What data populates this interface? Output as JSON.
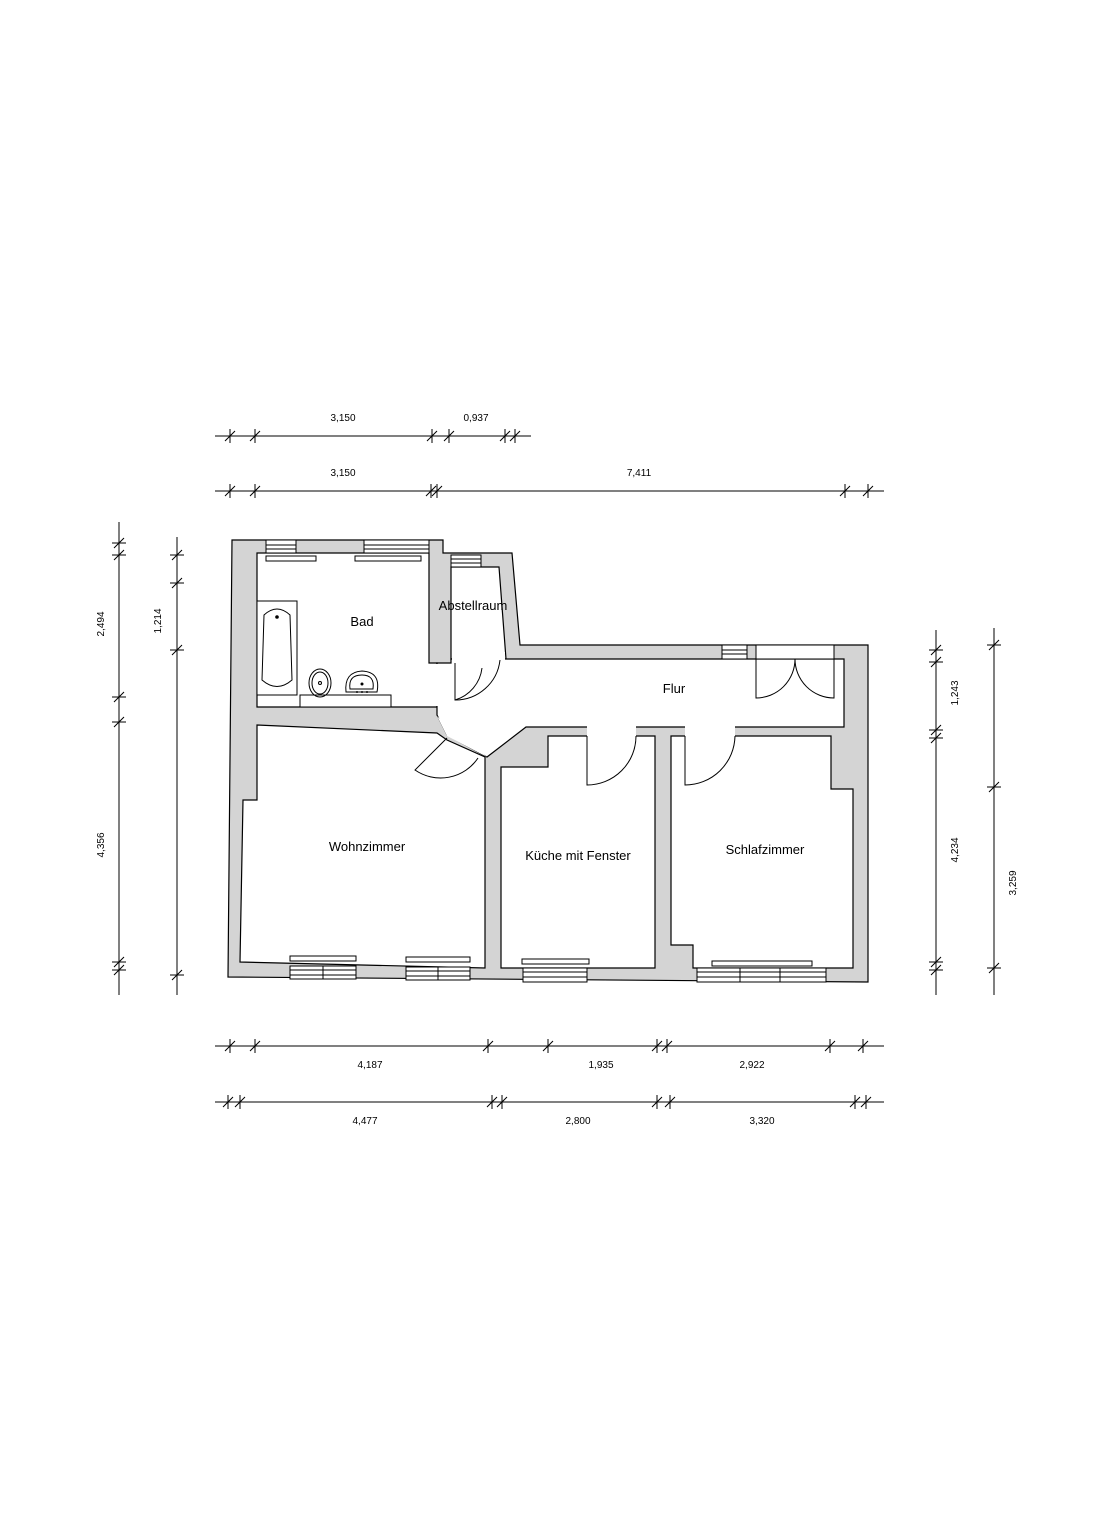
{
  "rooms": {
    "bad": "Bad",
    "abstellraum": "Abstellraum",
    "flur": "Flur",
    "wohnzimmer": "Wohnzimmer",
    "kueche": "Küche mit Fenster",
    "schlafzimmer": "Schlafzimmer"
  },
  "dimensions": {
    "top_row1": [
      "3,150",
      "0,937"
    ],
    "top_row2": [
      "3,150",
      "7,411"
    ],
    "bottom_row1": [
      "4,187",
      "1,935",
      "2,922"
    ],
    "bottom_row2": [
      "4,477",
      "2,800",
      "3,320"
    ],
    "left_outer": [
      "2,494",
      "4,356"
    ],
    "left_inner": [
      "1,214"
    ],
    "right_inner": [
      "1,243",
      "4,234"
    ],
    "right_outer": [
      "3,259"
    ]
  }
}
